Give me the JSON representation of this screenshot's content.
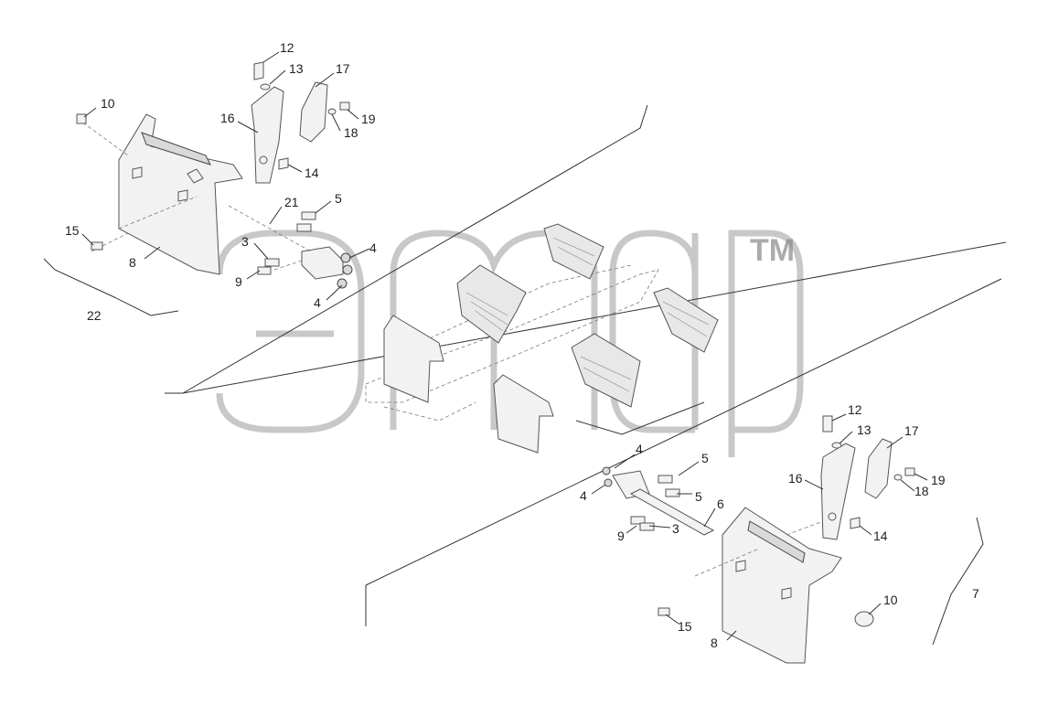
{
  "watermark": {
    "trademark": "TM"
  },
  "callouts": {
    "top_left": {
      "c10": "10",
      "c12": "12",
      "c13": "13",
      "c17": "17",
      "c16": "16",
      "c19": "19",
      "c18": "18",
      "c14": "14",
      "c21": "21",
      "c5": "5",
      "c15": "15",
      "c3": "3",
      "c4a": "4",
      "c8": "8",
      "c9": "9",
      "c4b": "4",
      "c22": "22"
    },
    "bottom_right": {
      "c12": "12",
      "c13": "13",
      "c17": "17",
      "c16": "16",
      "c19": "19",
      "c18": "18",
      "c14": "14",
      "c4a": "4",
      "c5a": "5",
      "c4b": "4",
      "c5b": "5",
      "c6": "6",
      "c9": "9",
      "c3": "3",
      "c10": "10",
      "c7": "7",
      "c15": "15",
      "c8": "8"
    }
  }
}
